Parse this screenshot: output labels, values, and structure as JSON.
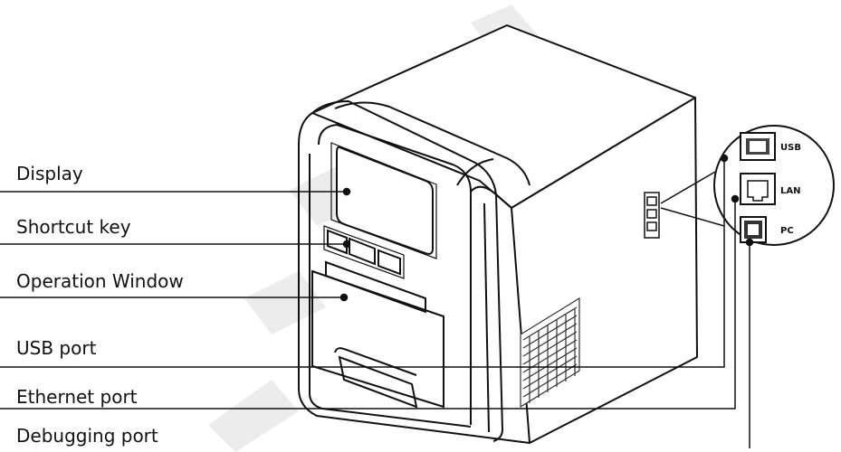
{
  "diagram": {
    "callouts": [
      {
        "label": "Display"
      },
      {
        "label": "Shortcut key"
      },
      {
        "label": "Operation Window"
      },
      {
        "label": "USB port"
      },
      {
        "label": "Ethernet port"
      },
      {
        "label": "Debugging port"
      }
    ],
    "panel_ports": [
      {
        "label": "USB"
      },
      {
        "label": "LAN"
      },
      {
        "label": "PC"
      }
    ],
    "colors": {
      "line": "#111111",
      "watermark": "#e8e8e8",
      "background": "#ffffff"
    }
  }
}
